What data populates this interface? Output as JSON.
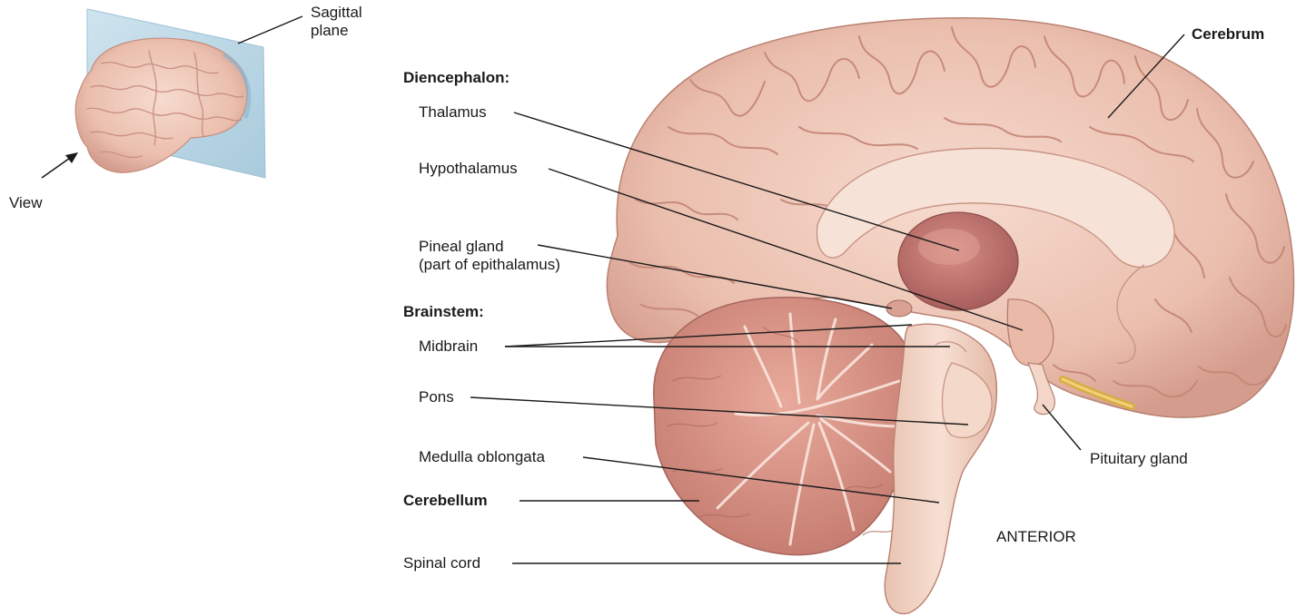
{
  "inset": {
    "plane_label_line1": "Sagittal",
    "plane_label_line2": "plane",
    "view_label": "View"
  },
  "headings": {
    "diencephalon": "Diencephalon:",
    "brainstem": "Brainstem:"
  },
  "labels": {
    "cerebrum": "Cerebrum",
    "thalamus": "Thalamus",
    "hypothalamus": "Hypothalamus",
    "pineal_line1": "Pineal gland",
    "pineal_line2": "(part of epithalamus)",
    "midbrain": "Midbrain",
    "pons": "Pons",
    "medulla": "Medulla oblongata",
    "cerebellum": "Cerebellum",
    "spinal_cord": "Spinal cord",
    "pituitary": "Pituitary gland",
    "anterior": "ANTERIOR"
  },
  "colors": {
    "brain_outer": "#e7b6a6",
    "brain_gyri": "#f3d3c6",
    "brain_shadow": "#c98f82",
    "corpus_callosum": "#f7e2d8",
    "thalamus": "#b86f6a",
    "cerebellum": "#d99688",
    "brainstem": "#f2d2c2",
    "pituitary_stalk": "#d9b24a",
    "plane": "#b9d6e6",
    "leader_line": "#1a1a1a"
  }
}
